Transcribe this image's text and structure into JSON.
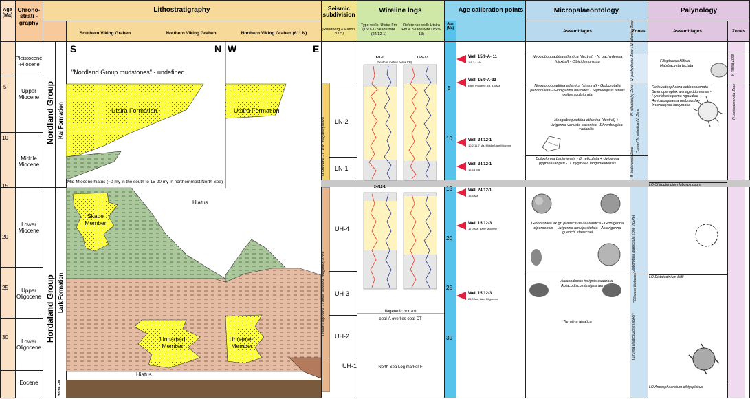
{
  "headers": {
    "age_ma": "Age (Ma)",
    "chronostratigraphy": "Chrono-strati -graphy",
    "lithostratigraphy": "Lithostratigraphy",
    "southern_vg": "Southern Viking Graben",
    "northern_vg": "Northern Viking Graben",
    "northern_vg_61": "Northern Viking Graben (61° N)",
    "seismic": "Seismic subdivision",
    "seismic_ref": "(Rundberg & Eldvin, 2005)",
    "wireline": "Wireline logs",
    "type_wells": "Type wells: Utsira Fm (16/1-1) Skade Mbr (24/12-1)",
    "reference_well": "Reference well: Utsira Fm & Skade Mbr (15/9-13)",
    "age_cal": "Age calibration points",
    "age_small": "Age (Ma)",
    "micro": "Micropalaeontology",
    "micro_assemblages": "Assemblages",
    "micro_zones": "Zones",
    "palyno": "Palynology",
    "palyno_assemblages": "Assemblages",
    "palyno_zones": "Zones"
  },
  "age_ticks": [
    "5",
    "10",
    "15",
    "20",
    "25",
    "30"
  ],
  "epochs": [
    "Pleistocene -Pliocene",
    "Upper Miocene",
    "Middle Miocene",
    "Lower Miocene",
    "Upper Oligocene",
    "Lower Oligocene",
    "Eocene"
  ],
  "groups": {
    "nordland": "Nordland Group",
    "hordaland": "Hordaland Group",
    "kai": "Kai Formation",
    "lark": "Lark Formation",
    "horda": "Horda Fm"
  },
  "litho": {
    "s": "S",
    "n": "N",
    "w": "W",
    "e": "E",
    "undefined": "\"Nordland Group mudstones\" - undefined",
    "utsira": "Utsira Formation",
    "utsira2": "Utsira Formation",
    "mid_hiatus": "Mid-Miocene hiatus (~0 my in the south to 15-20 my in northernmost North Sea)",
    "hiatus": "Hiatus",
    "skade": "Skade Member",
    "unnamed1": "Unnamed Member",
    "unnamed2": "Unnamed Member",
    "hiatus_bottom": "Hiatus"
  },
  "seismic": {
    "units": [
      "LN-2",
      "LN-1",
      "UH-4",
      "UH-3",
      "UH-2",
      "UH-1"
    ],
    "mega_upper": "M.Miocene - L. Plio megasequence",
    "mega_lower": "Lower Oligocene - Lower Miocene megasequence"
  },
  "wireline": {
    "well1": "16/1-1",
    "well2": "15/9-13",
    "depth_note": "(Depth in metres below KB)",
    "well3": "24/12-1",
    "diag1": "diagenetic horizon",
    "diag2": "opal-A overlies opal-CT",
    "marker": "North Sea Log marker F"
  },
  "calibration": [
    {
      "well": "Well 15/9-A- 11",
      "note": "1.8-2.4 Ma"
    },
    {
      "well": "Well 15/9-A-23",
      "note": "Early Pliocene, ca. 4.5 Ma"
    },
    {
      "well": "Well 24/12-1",
      "note": "10.2-11.7 Ma, Middle/Late Miocene"
    },
    {
      "well": "Well 24/12-1",
      "note": "12-14 Ma"
    },
    {
      "well": "Well 24/12-1",
      "note": "15.4 Ma"
    },
    {
      "well": "Well 15/12-3",
      "note": "17.0 Ma, Early Miocene"
    },
    {
      "well": "Well 15/12-3",
      "note": "26.0 Ma, Late Oligocene"
    }
  ],
  "cal_ages": [
    "5",
    "10",
    "15",
    "20",
    "25",
    "30"
  ],
  "micro": {
    "a1": "Neogloboquadrina atlantica (dextral) - N. pachyderma (dextral) - Cibicides grossa",
    "a2": "Neogloboquadrina atlantica (sinistral) - Globorotalia puncticulata - Globigerina bulloides - Sigmoilopsis tenuis ooites sculpturata",
    "a3": "Neogloboquadrina atlantica (dextral) + Uvigerina venusta saxonica - Ehrenbergina variabilis",
    "a4": "Bolboforma badenensis - B. reticulata + Uvigerina pygmea langeri - U. pygmaea langenfeldensis",
    "a5": "Globorotalia ex.gr. praescitula-zealandica - Globigerina ciperoensis + Uvigerina tenuipustulata - Asterigerina guerichi staeschei",
    "a6": "Aulacodiscus insignis quadrata - Aulacodiscus insignis aemulans",
    "a7": "Turrulina alsatica",
    "z1": "N. pachyderma Zone / N. atlantica Zone",
    "z2": "N. atlantica (s) Zone",
    "z3": "\"Lower\" N. atlantica (d) Zone",
    "z4": "B. badenensis Zone",
    "z5": "Globorotalia praescitula Zone (NSR6)",
    "z6": "\"Siliceous biofacies\"",
    "z7": "Turrulina alsatica Zone (NSR7)"
  },
  "palyno": {
    "a1": "Filisphaera filifera - Habibacysta tectata",
    "a2": "Reticulatosphaera actinocoronata - Selenopemphix armageddonensis - Hystrichokolpoma rigaudiae - Amiculosphaera umbracula - Invertocysta lacrymosa",
    "lo1": "LO Chiropteridium lobospinosum",
    "lo2": "LO Distatodinium biffii",
    "lo3": "LO Ancosphaeridium diktyoplokus",
    "z1": "F. filifera Zone",
    "z2": "R. actinocoronata Zone"
  }
}
